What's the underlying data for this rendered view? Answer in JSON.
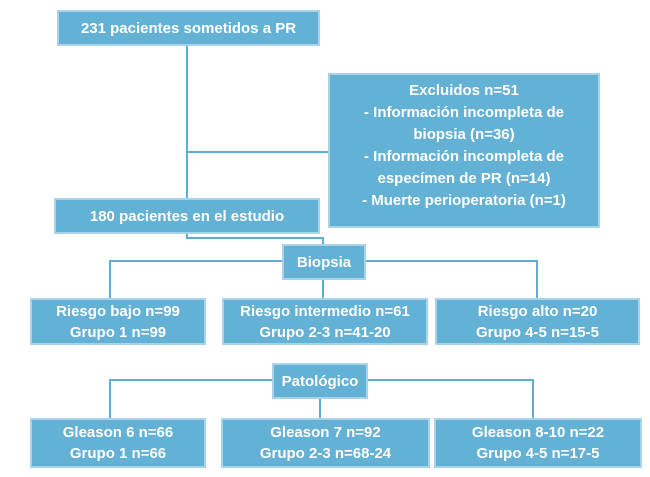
{
  "palette": {
    "box_fill": "#63b1d4",
    "box_border": "#a9d3e8",
    "connector": "#5fadd0",
    "text": "#ffffff",
    "background": "#ffffff"
  },
  "flowchart": {
    "total_node": "231 pacientes sometidos a PR",
    "excluded_node": {
      "title": "Excluidos n=51",
      "items": [
        "- Información incompleta de biopsia (n=36)",
        "- Información incompleta de especímen de PR (n=14)",
        "- Muerte perioperatoria (n=1)"
      ]
    },
    "study_node": "180 pacientes en el estudio",
    "biopsy_header": "Biopsia",
    "biopsy_groups": [
      {
        "line1": "Riesgo bajo n=99",
        "line2": "Grupo 1 n=99"
      },
      {
        "line1": "Riesgo intermedio n=61",
        "line2": "Grupo 2-3 n=41-20"
      },
      {
        "line1": "Riesgo alto n=20",
        "line2": "Grupo 4-5 n=15-5"
      }
    ],
    "pathology_header": "Patológico",
    "pathology_groups": [
      {
        "line1": "Gleason 6 n=66",
        "line2": "Grupo 1 n=66"
      },
      {
        "line1": "Gleason 7 n=92",
        "line2": "Grupo 2-3 n=68-24"
      },
      {
        "line1": "Gleason 8-10 n=22",
        "line2": "Grupo 4-5 n=17-5"
      }
    ]
  }
}
